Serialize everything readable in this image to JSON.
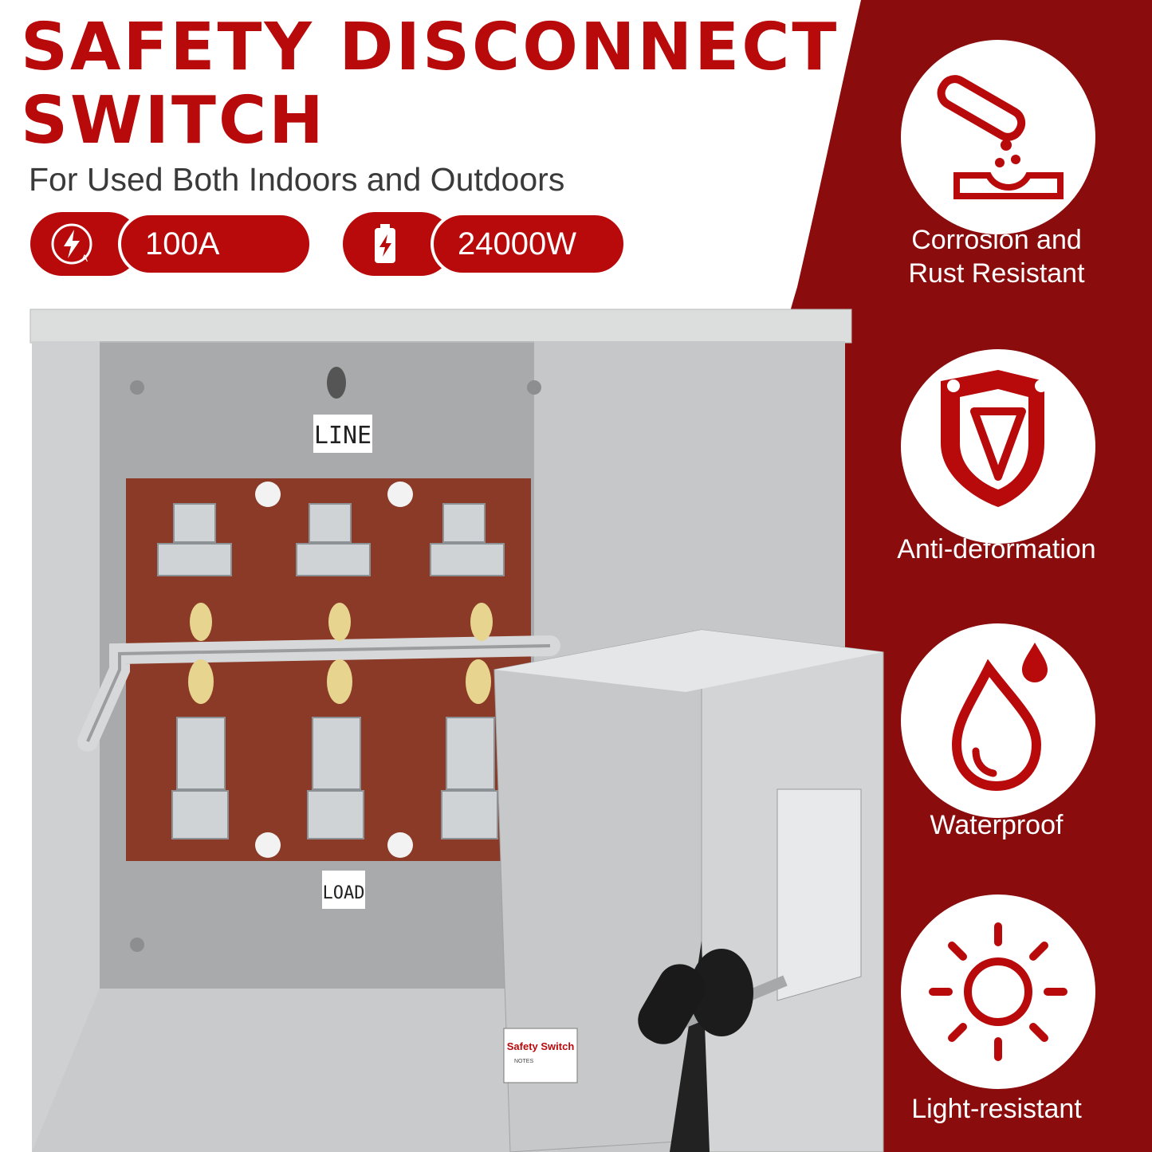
{
  "title_line1": "SAFETY DISCONNECT",
  "title_line2": "SWITCH",
  "subtitle": "For Used Both Indoors and Outdoors",
  "specs": [
    {
      "icon": "ampere-bolt-icon",
      "label": "100A"
    },
    {
      "icon": "battery-bolt-icon",
      "label": "24000W"
    }
  ],
  "product_labels": {
    "line": "LINE",
    "load": "LOAD",
    "safety_switch": "Safety Switch",
    "notes": "NOTES"
  },
  "features": [
    {
      "icon": "corrosion-icon",
      "label_line1": "Corrosion and",
      "label_line2": "Rust Resistant"
    },
    {
      "icon": "shield-icon",
      "label_line1": "Anti-deformation",
      "label_line2": ""
    },
    {
      "icon": "water-drop-icon",
      "label_line1": "Waterproof",
      "label_line2": ""
    },
    {
      "icon": "sun-icon",
      "label_line1": "Light-resistant",
      "label_line2": ""
    }
  ],
  "colors": {
    "brand_red": "#b8090b",
    "panel_red": "#8a0c0c",
    "enclosure_gray": "#c9cacb"
  }
}
